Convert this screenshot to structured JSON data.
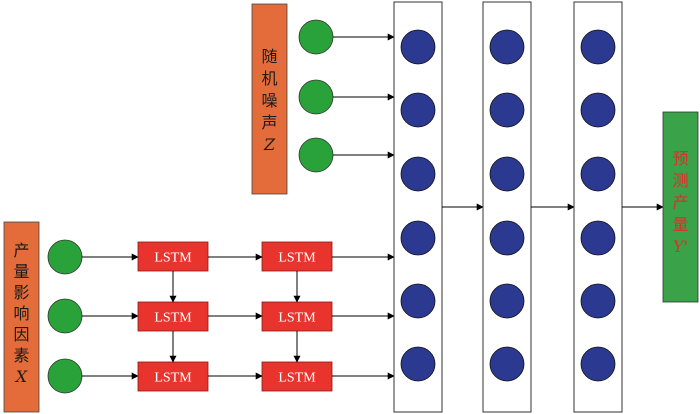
{
  "noise_input": {
    "label_chars": [
      "随",
      "机",
      "噪",
      "声"
    ],
    "symbol": "Z"
  },
  "factor_input": {
    "label_chars": [
      "产",
      "量",
      "影",
      "响",
      "因",
      "素"
    ],
    "symbol": "X"
  },
  "lstm": {
    "label": "LSTM"
  },
  "output": {
    "label_chars": [
      "预",
      "测",
      "产",
      "量"
    ],
    "symbol": "Y'"
  },
  "colors": {
    "input_box": "#e46c3a",
    "input_node": "#2aa23a",
    "lstm_cell": "#e8342c",
    "hidden_node": "#2b3990",
    "output_box": "#3aa34a"
  }
}
